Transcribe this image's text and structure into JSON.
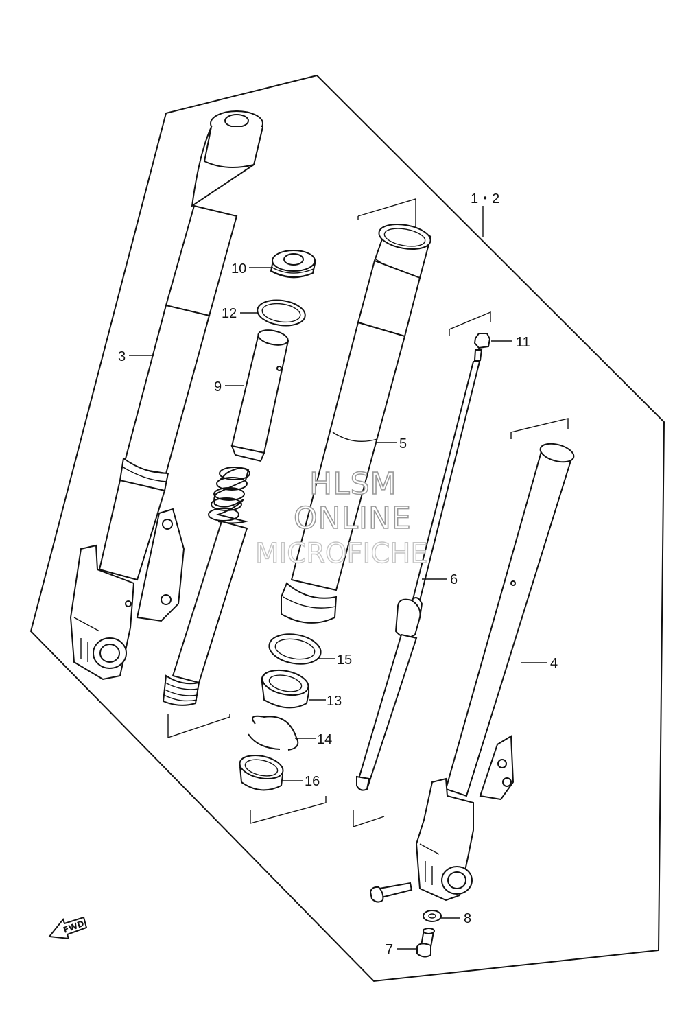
{
  "labels": {
    "l12": "1・2",
    "l3": "3",
    "l4": "4",
    "l5": "5",
    "l6": "6",
    "l7": "7",
    "l8": "8",
    "l9": "9",
    "l10": "10",
    "l11": "11",
    "l12b": "12",
    "l13": "13",
    "l14": "14",
    "l15": "15",
    "l16": "16"
  },
  "watermark": {
    "line1": "HLSM",
    "line2": "ONLINE",
    "line3": "MICROFICHE"
  },
  "fwd_badge": "FWD"
}
